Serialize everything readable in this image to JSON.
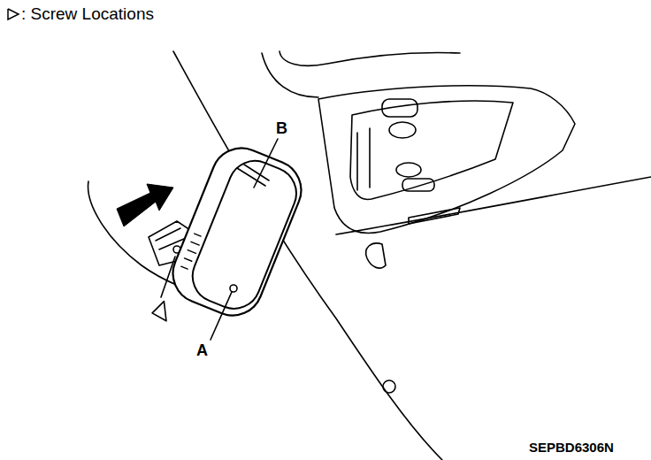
{
  "diagram": {
    "labels": [
      "B",
      "A",
      "SEPBD6306N"
    ],
    "legend": [
      {
        "text": ": Screw Locations"
      }
    ]
  }
}
